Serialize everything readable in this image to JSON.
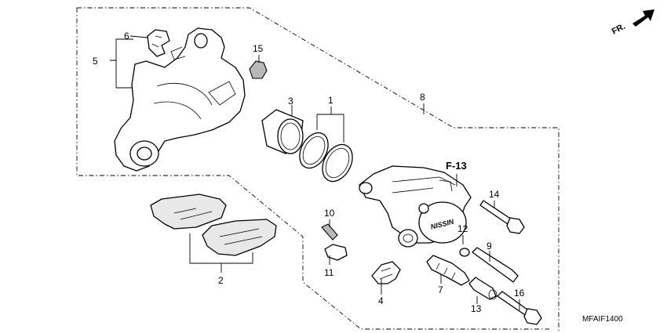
{
  "diagram": {
    "direction_label": "FR.",
    "reference_label": "F-13",
    "diagram_code": "MFAIF1400",
    "callouts": {
      "c1": "1",
      "c2": "2",
      "c3": "3",
      "c4": "4",
      "c5": "5",
      "c6": "6",
      "c7": "7",
      "c8": "8",
      "c9": "9",
      "c10": "10",
      "c11": "11",
      "c12": "12",
      "c13": "13",
      "c14": "14",
      "c15": "15",
      "c16": "16"
    },
    "caliper_mark": "NISSIN"
  }
}
